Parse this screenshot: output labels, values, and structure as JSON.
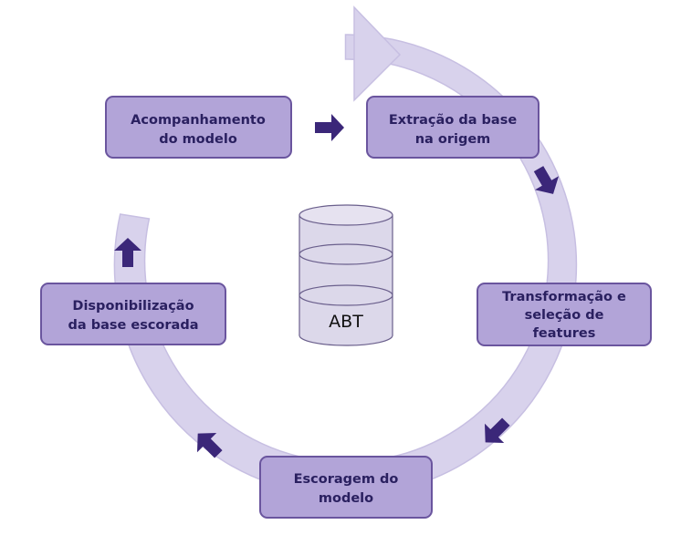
{
  "center": {
    "label": "ABT"
  },
  "steps": [
    {
      "id": "extraction",
      "line1": "Extração da base",
      "line2": "na origem",
      "line3": ""
    },
    {
      "id": "transformation",
      "line1": "Transformação e",
      "line2": "seleção de",
      "line3": "features"
    },
    {
      "id": "scoring",
      "line1": "Escoragem do",
      "line2": "modelo",
      "line3": ""
    },
    {
      "id": "availability",
      "line1": "Disponibilização",
      "line2": "da base escorada",
      "line3": ""
    },
    {
      "id": "monitoring",
      "line1": "Acompanhamento",
      "line2": "do modelo",
      "line3": ""
    }
  ],
  "colors": {
    "ring": "#d8d2ec",
    "ring_stroke": "#c7bfe2",
    "box_fill": "#b2a4d8",
    "box_stroke": "#6a559e",
    "arrow": "#3b2779",
    "text": "#2a2060",
    "cylinder_fill": "#dcd8ea",
    "cylinder_stroke": "#6a5f8c"
  }
}
